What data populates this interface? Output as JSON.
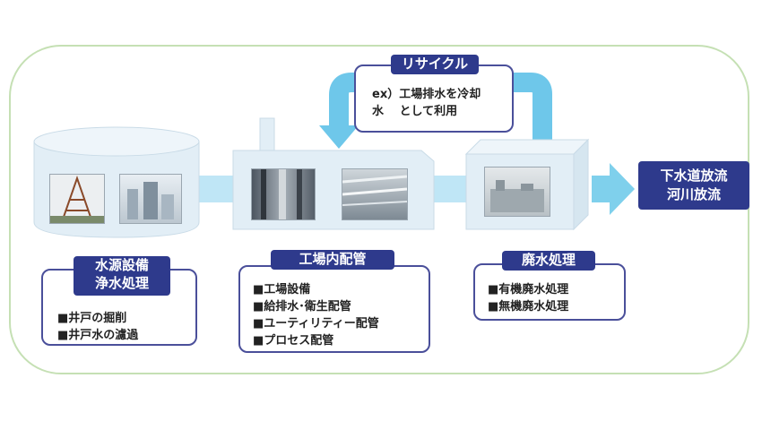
{
  "recycle": {
    "title": "リサイクル",
    "line1": "ex）工場排水を冷却",
    "line2": "水　 として利用"
  },
  "water_source": {
    "title_line1": "水源設備",
    "title_line2": "浄水処理",
    "items": [
      "■井戸の掘削",
      "■井戸水の濾過"
    ]
  },
  "factory_piping": {
    "title": "工場内配管",
    "items": [
      "■工場設備",
      "■給排水･衛生配管",
      "■ユーティリティー配管",
      "■プロセス配管"
    ]
  },
  "wastewater": {
    "title": "廃水処理",
    "items": [
      "■有機廃水処理",
      "■無機廃水処理"
    ]
  },
  "destination": {
    "line1": "下水道放流",
    "line2": "河川放流"
  },
  "colors": {
    "navy": "#2e3a8c",
    "flow_blue": "#bfe6f6",
    "frame_green": "#c5e0b4",
    "tank": "#e2eef6"
  }
}
